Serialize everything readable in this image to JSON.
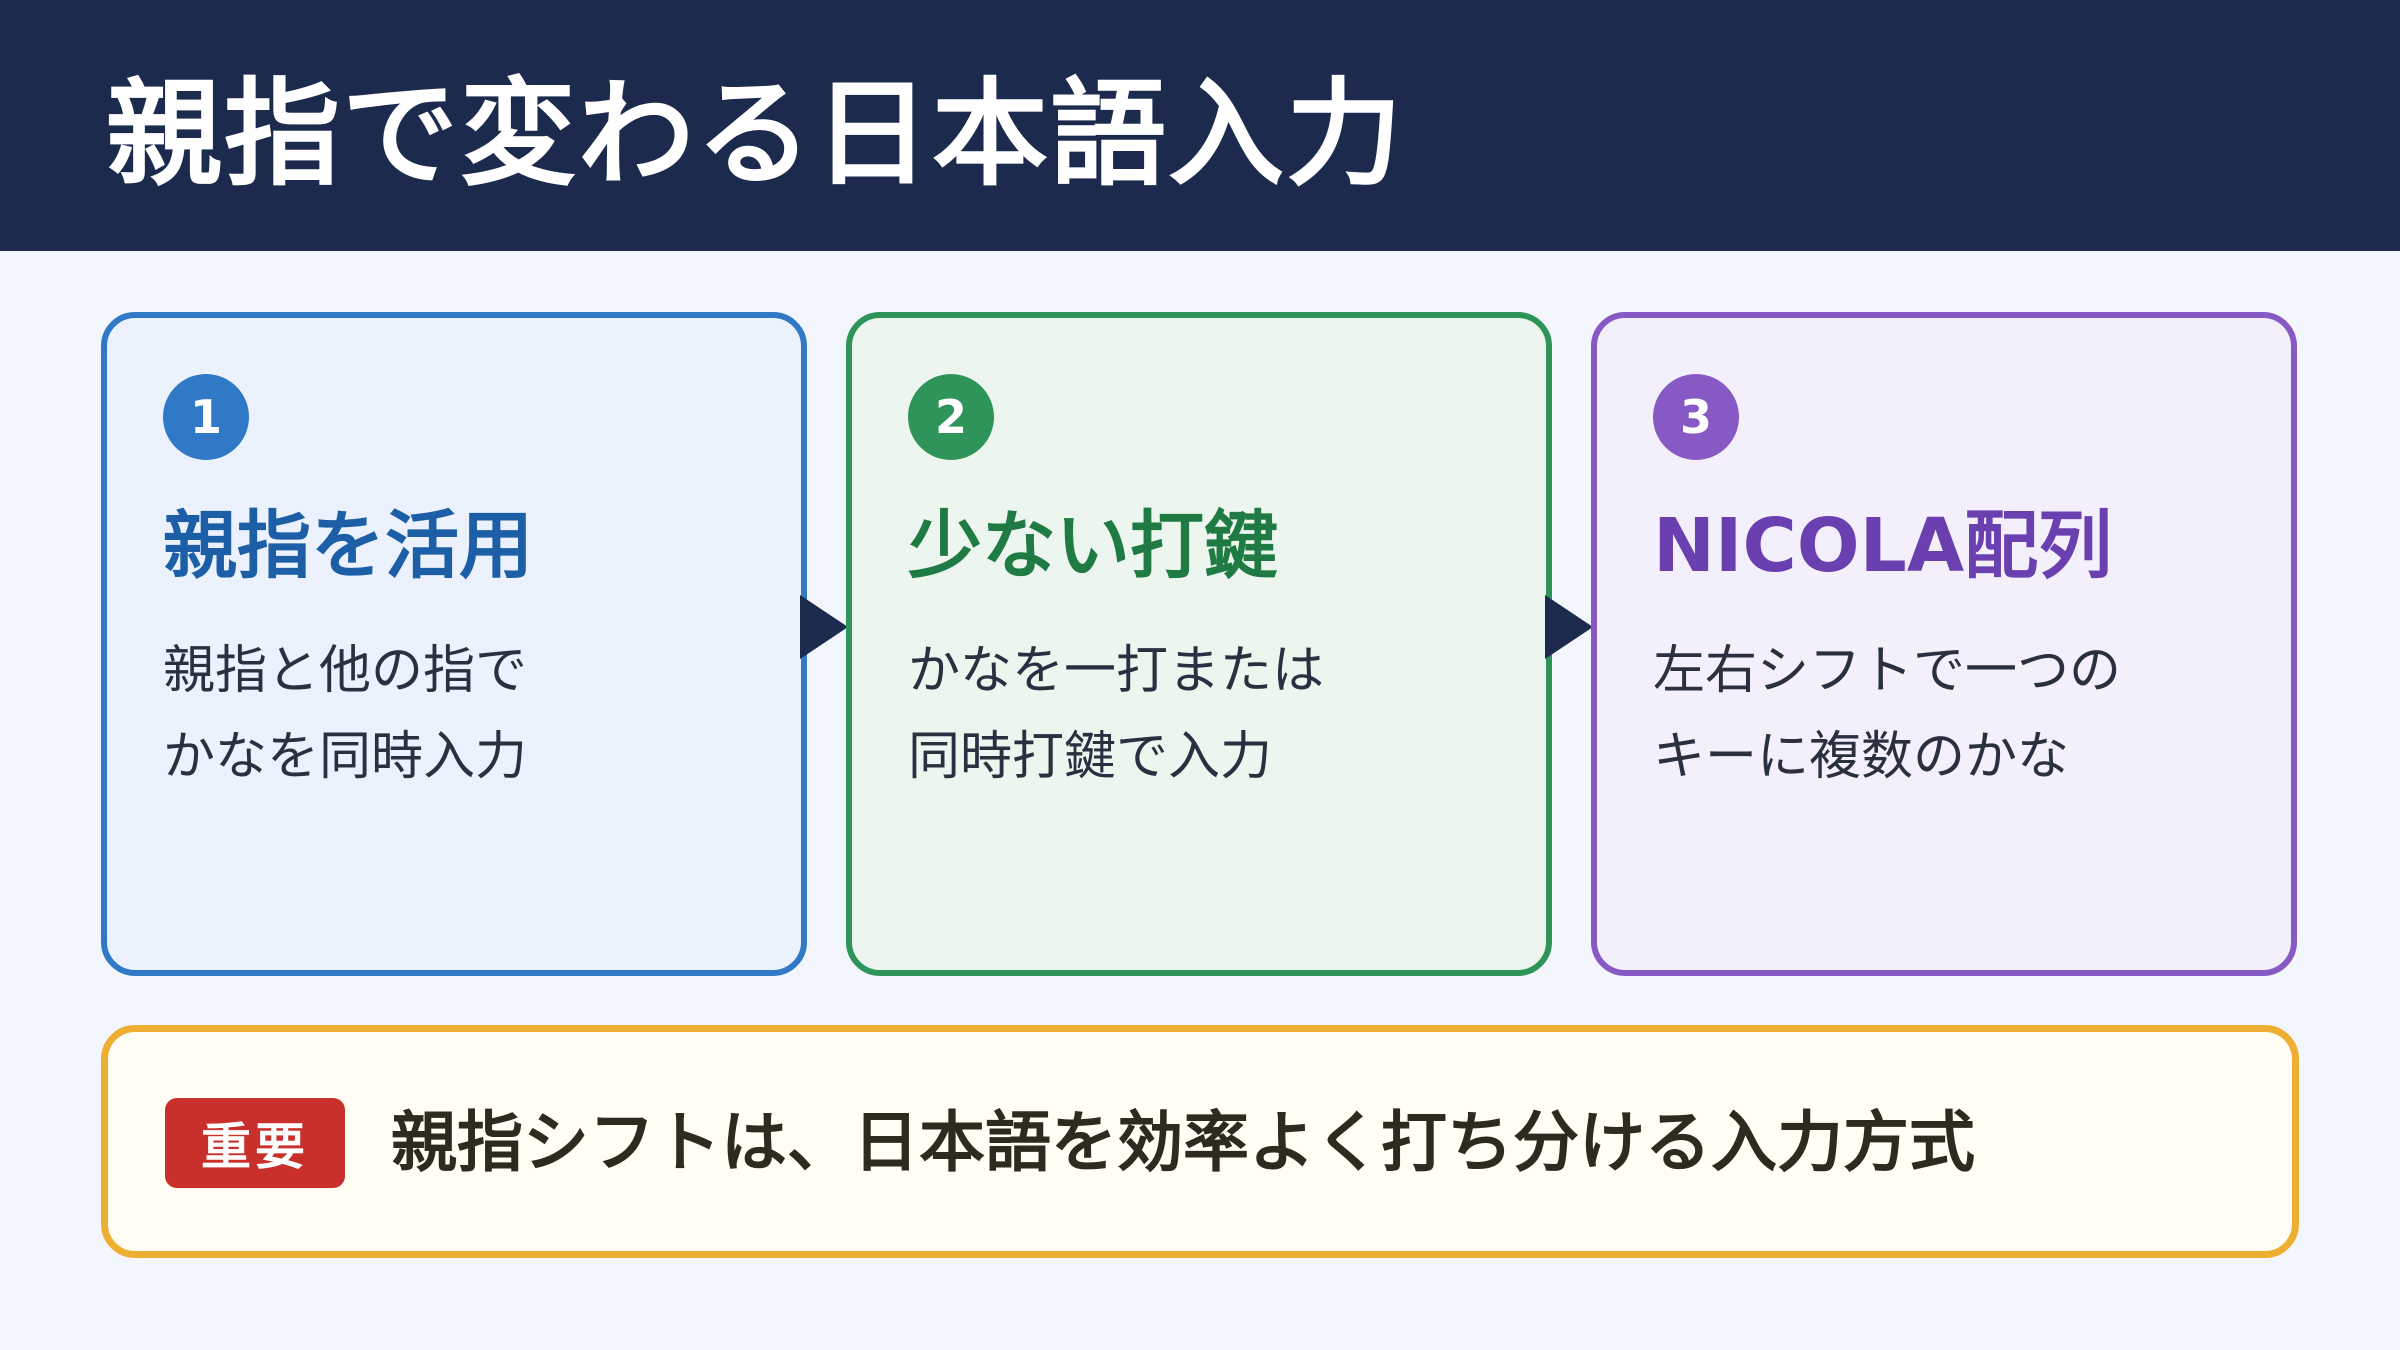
{
  "header": {
    "title": "親指で変わる日本語入力"
  },
  "steps": [
    {
      "number": "1",
      "title": "親指を活用",
      "lines": [
        "親指と他の指で",
        "かなを同時入力"
      ]
    },
    {
      "number": "2",
      "title": "少ない打鍵",
      "lines": [
        "かなを一打または",
        "同時打鍵で入力"
      ]
    },
    {
      "number": "3",
      "title": "NICOLA配列",
      "lines": [
        "左右シフトで一つの",
        "キーに複数のかな"
      ]
    }
  ],
  "note": {
    "tag": "重要",
    "text": "親指シフトは、日本語を効率よく打ち分ける入力方式"
  },
  "colors": {
    "header_bg": "#1c2a4d",
    "step1": "#2f79c6",
    "step2": "#2f9459",
    "step3": "#8759c4",
    "note_border": "#eeae32",
    "tag_bg": "#c9302c"
  }
}
